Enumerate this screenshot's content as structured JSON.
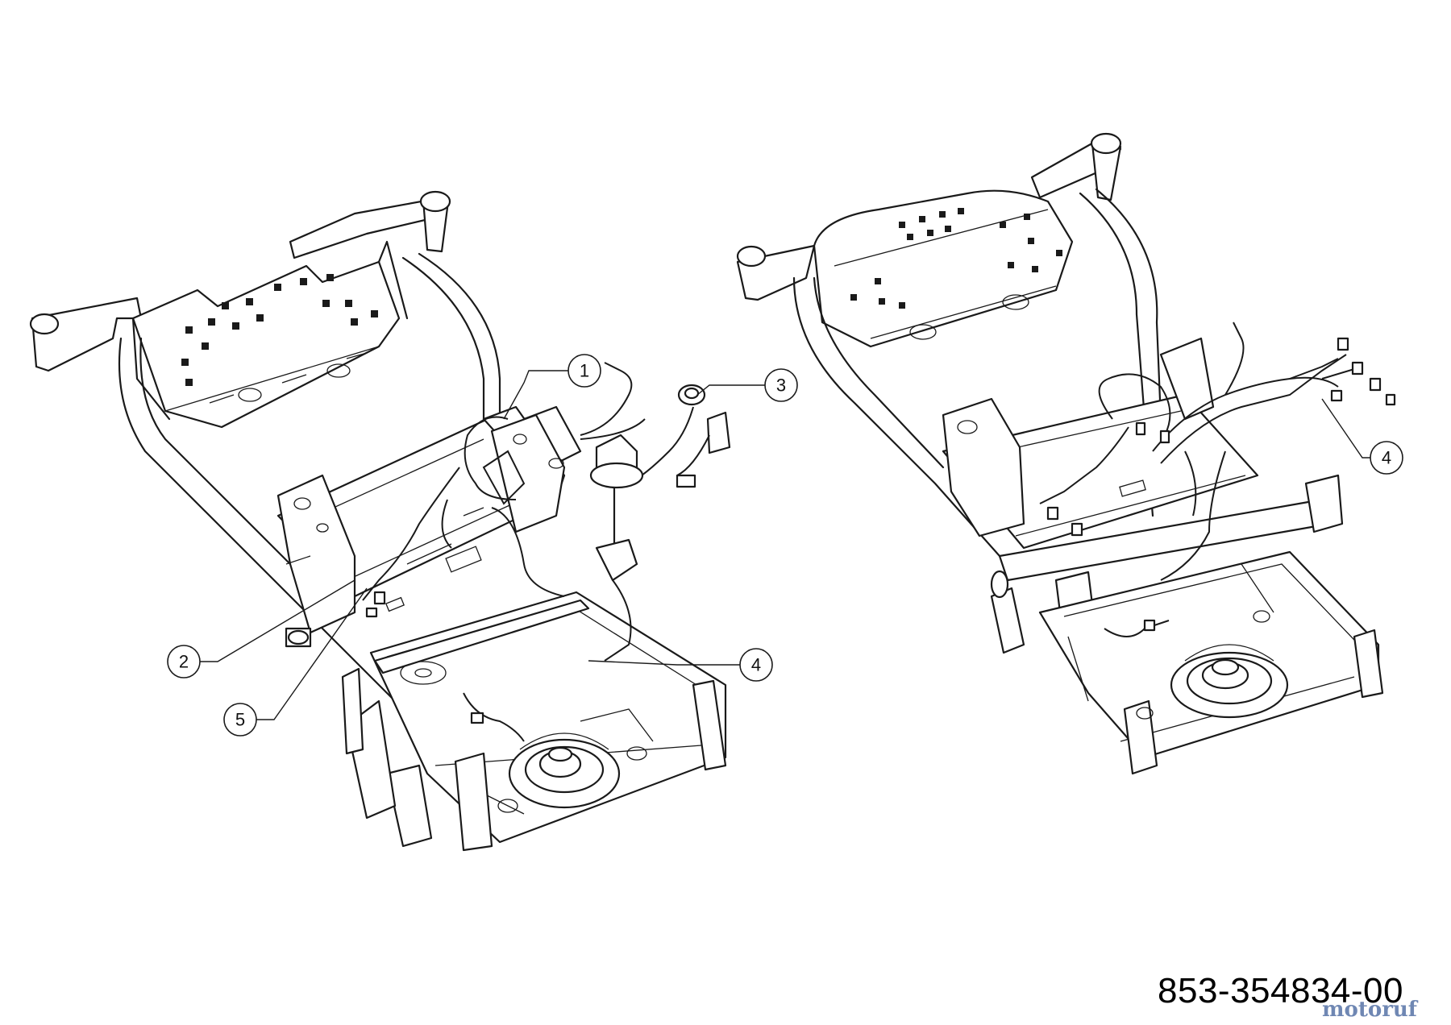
{
  "diagram": {
    "part_number": "853-354834-00",
    "watermark": "motoruf",
    "callouts": [
      {
        "id": "c1",
        "label": "1"
      },
      {
        "id": "c2",
        "label": "2"
      },
      {
        "id": "c3",
        "label": "3"
      },
      {
        "id": "c4a",
        "label": "4"
      },
      {
        "id": "c5",
        "label": "5"
      },
      {
        "id": "c4b",
        "label": "4"
      }
    ]
  }
}
